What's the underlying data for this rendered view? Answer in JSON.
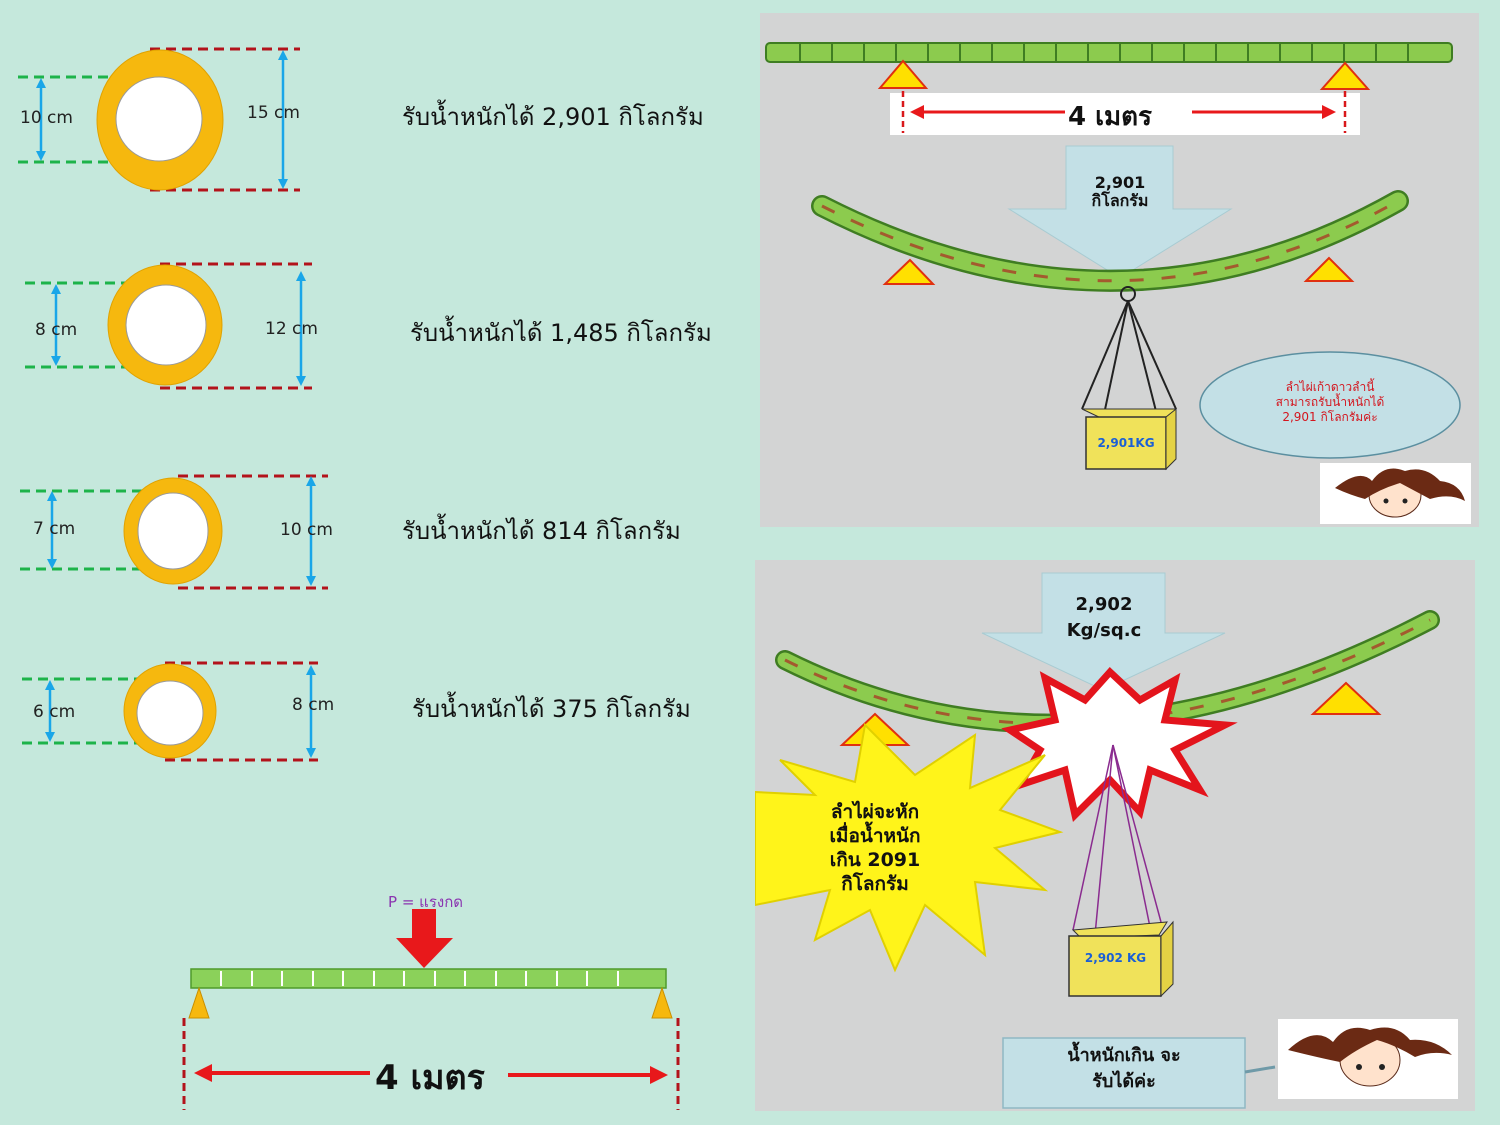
{
  "sections": [
    {
      "inner": "10 cm",
      "outer": "15 cm",
      "caption": "รับน้ำหนักได้ 2,901 กิโลกรัม"
    },
    {
      "inner": "8 cm",
      "outer": "12 cm",
      "caption": "รับน้ำหนักได้ 1,485 กิโลกรัม"
    },
    {
      "inner": "7 cm",
      "outer": "10 cm",
      "caption": "รับน้ำหนักได้ 814 กิโลกรัม"
    },
    {
      "inner": "6 cm",
      "outer": "8 cm",
      "caption": "รับน้ำหนักได้ 375 กิโลกรัม"
    }
  ],
  "beam": {
    "force_label": "P = แรงกด",
    "span_label": "4 เมตร"
  },
  "photo_top": {
    "span_label": "4 เมตร",
    "load_arrow": "2,901\nกิโลกรัม",
    "box_label": "2,901KG",
    "bubble": "ลำไผ่เก้าดาวลำนี้\nสามารถรับน้ำหนักได้\n2,901 กิโลกรัมค่ะ"
  },
  "photo_bottom": {
    "load_arrow": "2,902\nKg/sq.c",
    "burst_text": "ลำไผ่จะหัก\nเมื่อน้ำหนัก\nเกิน 2091\nกิโลกรัม",
    "box_label": "2,902 KG",
    "note": "น้ำหนักเกิน จะ\nรับได้ค่ะ"
  },
  "colors": {
    "ring": "#f6b80e",
    "green_dash": "#1db34a",
    "red_dash": "#b3131b",
    "dim_arrow": "#1aa6e8",
    "bamboo": "#7dc24a",
    "support": "#f6b80e"
  }
}
